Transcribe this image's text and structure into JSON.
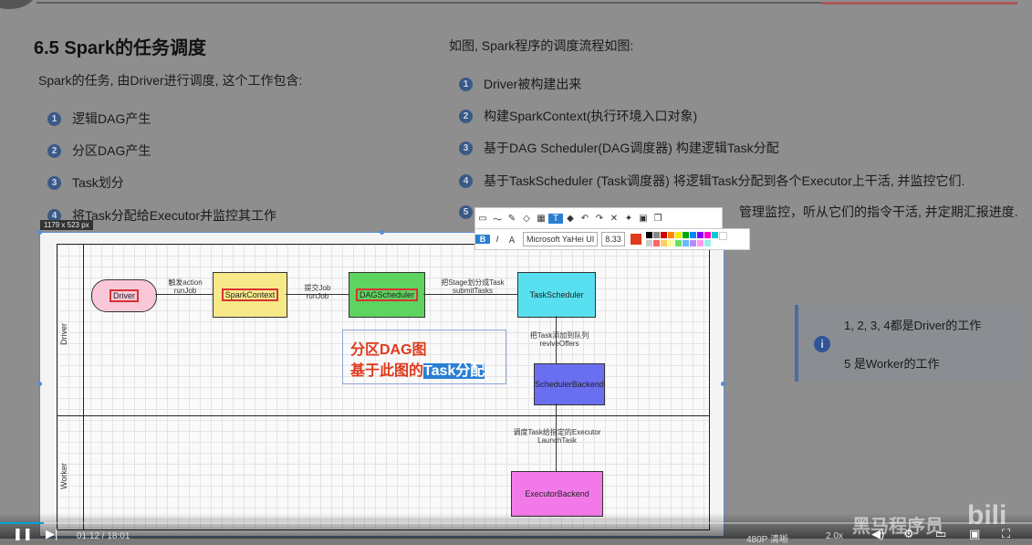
{
  "slide": {
    "title": "6.5 Spark的任务调度",
    "left_lead": "Spark的任务, 由Driver进行调度, 这个工作包含:",
    "left_items": [
      "逻辑DAG产生",
      "分区DAG产生",
      "Task划分",
      "将Task分配给Executor并监控其工作"
    ],
    "right_lead": "如图, Spark程序的调度流程如图:",
    "right_items": [
      "Driver被构建出来",
      "构建SparkContext(执行环境入口对象)",
      "基于DAG Scheduler(DAG调度器) 构建逻辑Task分配",
      "基于TaskScheduler (Task调度器) 将逻辑Task分配到各个Executor上干活, 并监控它们.",
      "管理监控，听从它们的指令干活, 并定期汇报进度."
    ],
    "numbers": [
      "1",
      "2",
      "3",
      "4",
      "5"
    ],
    "info": {
      "icon": "info-icon",
      "line1": "1, 2, 3, 4都是Driver的工作",
      "line2": "5 是Worker的工作"
    }
  },
  "screenshot": {
    "size_badge": "1179 x 523 px",
    "lanes": [
      "Driver",
      "Worker"
    ],
    "nodes": {
      "driver": "Driver",
      "sparkcontext": "SparkContext",
      "dagscheduler": "DAGScheduler",
      "taskscheduler": "TaskScheduler",
      "schedulerbackend": "SchedulerBackend",
      "executorbackend": "ExecutorBackend"
    },
    "edges": {
      "e1": "触发action\nrunJob",
      "e2": "提交Job\nrunJob",
      "e3": "把Stage划分成Task\nsubmitTasks",
      "e4": "把Task添加到队列\nreviveOffers",
      "e5": "调度Task给指定的Executor\nLaunchTask"
    },
    "callout": {
      "line1": "分区DAG图",
      "line2_prefix": "基于此图的",
      "line2_highlight": "Task分配"
    },
    "toolbar": {
      "font": "Microsoft YaHei UI",
      "size": "8.33",
      "bold": "B",
      "italic": "I",
      "text_icon": "T"
    },
    "colors": {
      "driver_fill": "#f8c8d8",
      "sparkcontext_fill": "#f7e98a",
      "dag_fill": "#5fd35f",
      "task_fill": "#58e0f0",
      "backend_fill": "#6a6ff0",
      "executor_fill": "#f27ae8",
      "accent_red": "#e0391c"
    }
  },
  "player": {
    "time": "01:12 / 18:01",
    "quality": "480P 清晰",
    "speed": "2.0x",
    "watermark": "黑马程序员"
  }
}
